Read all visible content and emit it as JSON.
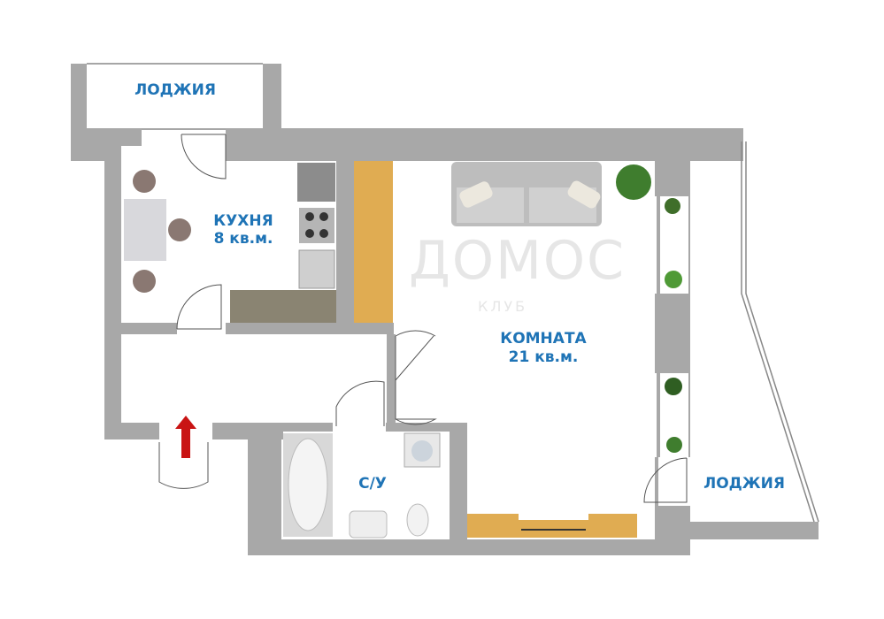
{
  "plan": {
    "rooms": {
      "loggia_top": {
        "name": "ЛОДЖИЯ"
      },
      "kitchen": {
        "name": "КУХНЯ",
        "area": "8 кв.м."
      },
      "room": {
        "name": "КОМНАТА",
        "area": "21 кв.м."
      },
      "bathroom": {
        "name": "С/У"
      },
      "loggia_right": {
        "name": "ЛОДЖИЯ"
      }
    },
    "watermark": {
      "main": "ДОМОС",
      "sub": "КЛУБ"
    },
    "colors": {
      "wall": "#a8a8a8",
      "label": "#1f74b6",
      "wood": "#e0ac52",
      "entry_arrow": "#c91414"
    }
  }
}
